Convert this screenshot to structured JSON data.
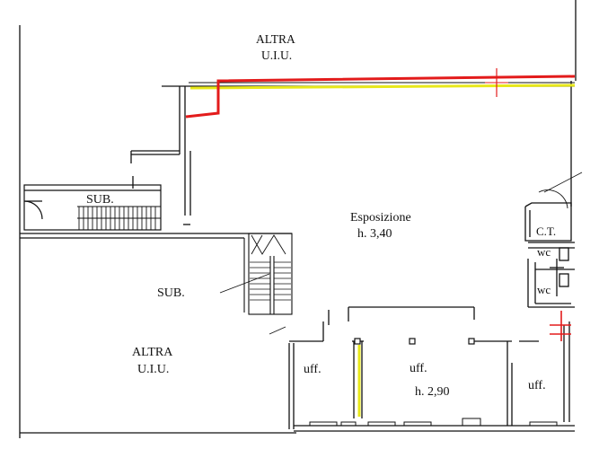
{
  "labels": {
    "altra_top_1": "ALTRA",
    "altra_top_2": "U.I.U.",
    "sub_left": "SUB.",
    "esposizione": "Esposizione",
    "esposizione_h": "h. 3,40",
    "ct": "C.T.",
    "wc_1": "wc",
    "wc_2": "wc",
    "sub_center": "SUB.",
    "altra_bottom_1": "ALTRA",
    "altra_bottom_2": "U.I.U.",
    "uff_left": "uff.",
    "uff_center": "uff.",
    "uff_center_h": "h. 2,90",
    "uff_right": "uff."
  },
  "colors": {
    "wall": "#111111",
    "highlight_red": "#e31b1b",
    "highlight_yellow": "#e8e81a",
    "background": "#ffffff"
  }
}
